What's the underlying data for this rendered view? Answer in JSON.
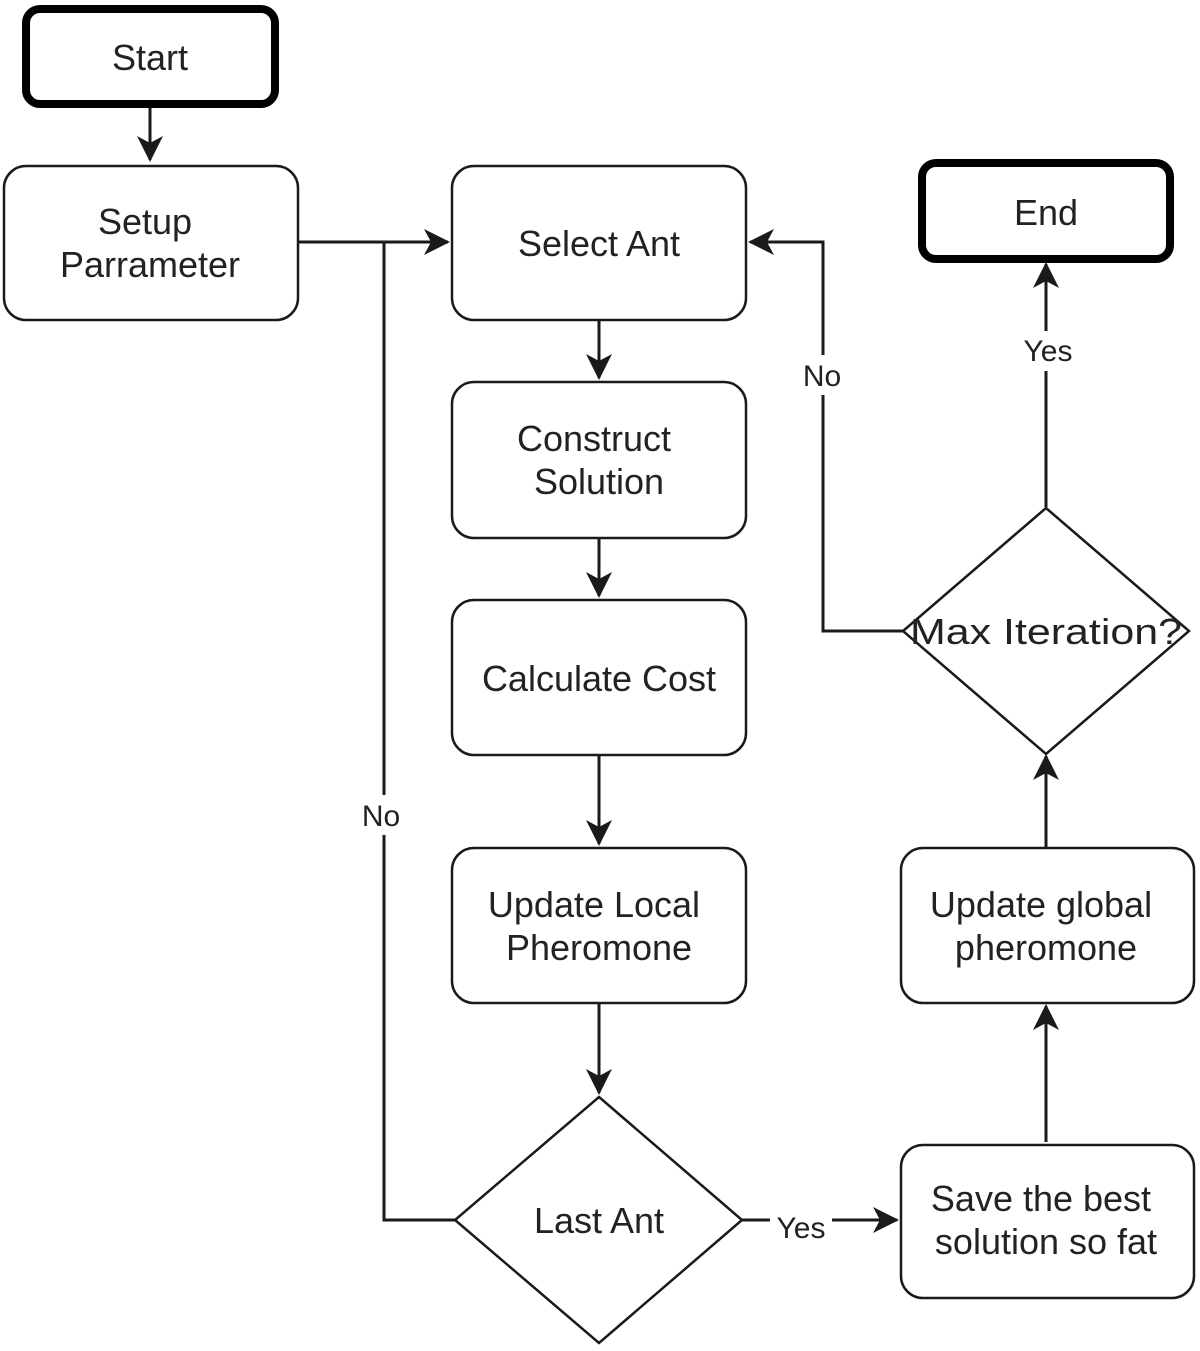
{
  "nodes": {
    "start": "Start",
    "setup": [
      "Setup",
      "Parrameter"
    ],
    "select_ant": "Select Ant",
    "construct": [
      "Construct",
      "Solution"
    ],
    "calculate": "Calculate Cost",
    "update_local": [
      "Update Local",
      "Pheromone"
    ],
    "last_ant": "Last Ant",
    "save_best": [
      "Save the best",
      "solution so fat"
    ],
    "update_global": [
      "Update global",
      "pheromone"
    ],
    "max_iteration": "Max Iteration?",
    "end": "End"
  },
  "edge_labels": {
    "last_ant_no": "No",
    "last_ant_yes": "Yes",
    "max_iteration_no": "No",
    "max_iteration_yes": "Yes"
  }
}
